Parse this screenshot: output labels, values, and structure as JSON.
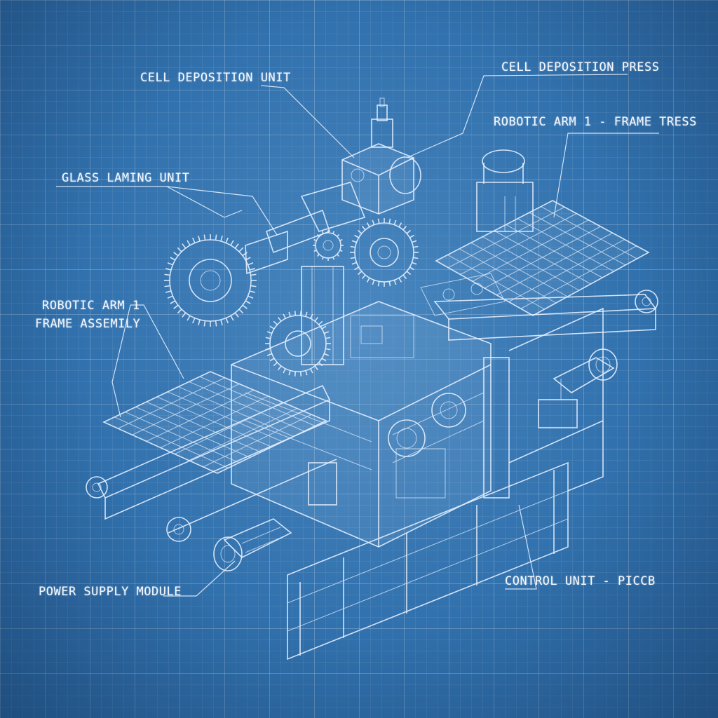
{
  "labels": {
    "cell_deposition_unit": "CELL DEPOSITION UNIT",
    "cell_deposition_press": "CELL DEPOSITION PRESS",
    "robotic_arm_frame_tress": "ROBOTIC ARM 1 - FRAME  TRESS",
    "glass_laming_unit": "GLASS LAMING UNIT",
    "robotic_arm_frame_assembly_line1": "ROBOTIC ARM 1",
    "robotic_arm_frame_assembly_line2": "FRAME ASSEMILY",
    "power_supply_module": "POWER SUPPLY MODULE",
    "control_unit": "CONTROL UNIT - PICCB"
  },
  "colors": {
    "background": "#3171ad",
    "line": "#e6f0ff"
  }
}
